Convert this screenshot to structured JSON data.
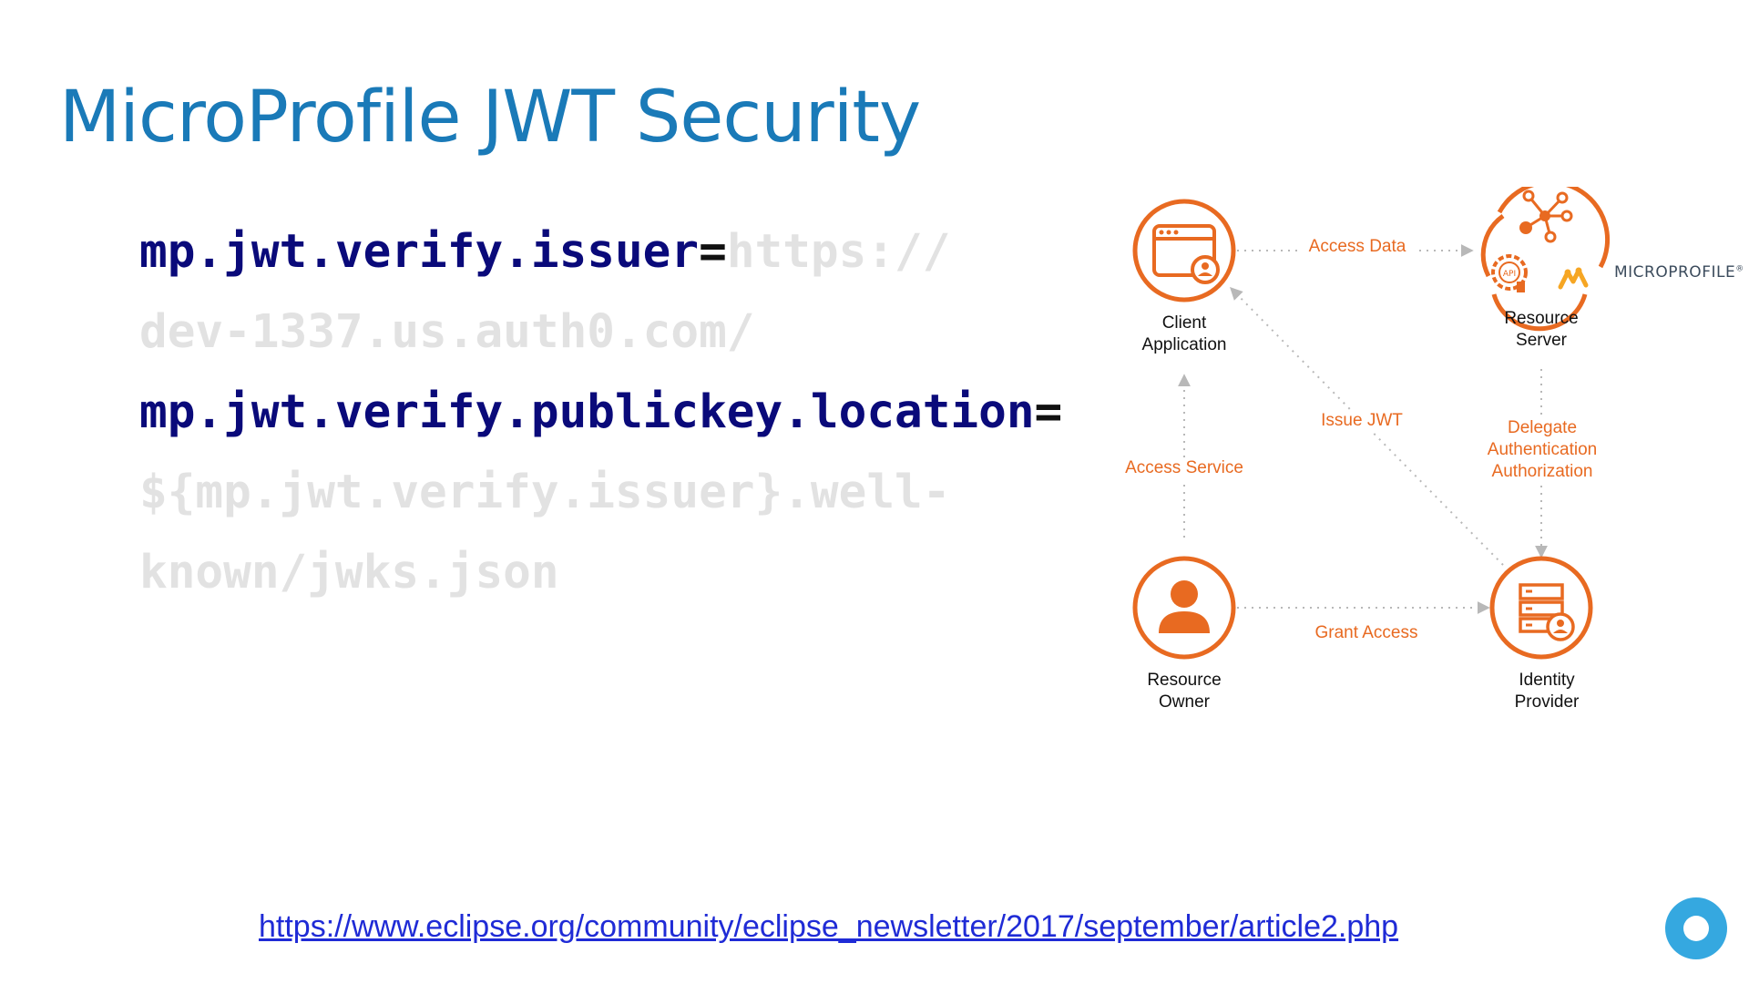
{
  "slide": {
    "title": "MicroProfile JWT Security",
    "code": {
      "line1_key": "mp.jwt.verify.issuer",
      "line1_eq": "=",
      "line1_val_a": "https://",
      "line1_val_b": "dev-1337.us.auth0.com/",
      "line2_key": "mp.jwt.verify.publickey.location",
      "line2_eq": "=",
      "line2_val_a": "${mp.jwt.verify.issuer}.well-",
      "line2_val_b": "known/jwks.json"
    },
    "link": "https://www.eclipse.org/community/eclipse_newsletter/2017/september/article2.php"
  },
  "diagram": {
    "nodes": {
      "client_line1": "Client",
      "client_line2": "Application",
      "server_line1": "Resource",
      "server_line2": "Server",
      "owner_line1": "Resource",
      "owner_line2": "Owner",
      "idp_line1": "Identity",
      "idp_line2": "Provider"
    },
    "edges": {
      "access_data": "Access Data",
      "issue_jwt": "Issue JWT",
      "access_service": "Access Service",
      "delegate_line1": "Delegate",
      "delegate_line2": "Authentication",
      "delegate_line3": "Authorization",
      "grant_access": "Grant Access"
    },
    "logo_text": "MICROPROFILE",
    "logo_trademark": "®",
    "api_badge": "API"
  },
  "colors": {
    "title": "#1a7ab8",
    "code_key": "#0a0a7a",
    "code_value": "#e2e2e2",
    "diagram_orange": "#e86a21",
    "link": "#1f2bd6",
    "badge": "#35a8e0"
  },
  "icons": [
    "browser-window-icon",
    "network-hub-icon",
    "api-gear-icon",
    "microprofile-logo-icon",
    "person-icon",
    "server-stack-icon",
    "circle-badge-icon"
  ]
}
